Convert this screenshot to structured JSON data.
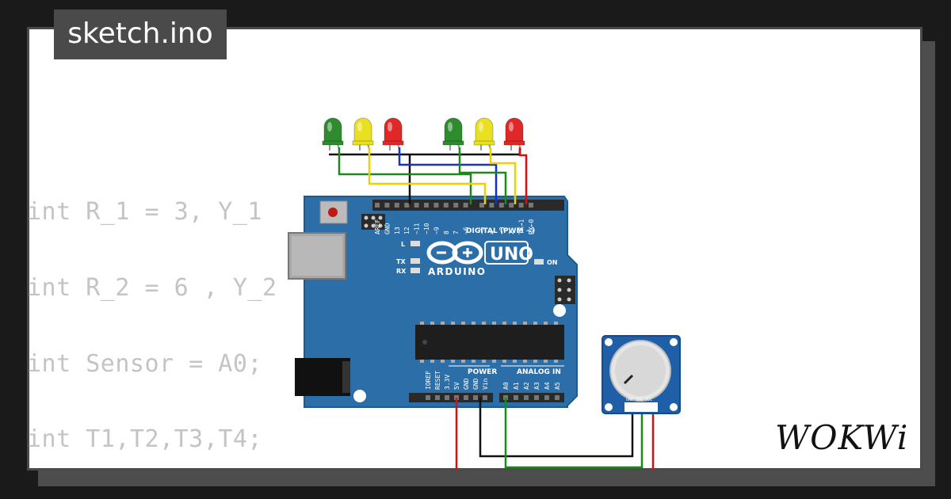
{
  "editor": {
    "filename": "sketch.ino",
    "code_lines": [
      "int R_1 = 3, Y_1",
      "int R_2 = 6 , Y_2",
      "int Sensor = A0;",
      "int T1,T2,T3,T4;"
    ]
  },
  "board": {
    "model": "UNO",
    "brand": "ARDUINO",
    "digital_header": "DIGITAL (PWM ~)",
    "power_header": "POWER",
    "analog_header": "ANALOG IN",
    "leds_labels": [
      "L",
      "TX",
      "RX"
    ],
    "on_label": "ON",
    "digital_pins": [
      "AREF",
      "GND",
      "13",
      "12",
      "~11",
      "~10",
      "~9",
      "8",
      "7",
      "~6",
      "~5",
      "4",
      "~3",
      "2",
      "TX→1",
      "RX←0"
    ],
    "power_pins": [
      "IOREF",
      "RESET",
      "3.3V",
      "5V",
      "GND",
      "GND",
      "Vin"
    ],
    "analog_pins": [
      "A0",
      "A1",
      "A2",
      "A3",
      "A4",
      "A5"
    ]
  },
  "leds": [
    {
      "color": "green",
      "hex": "#2e8b2e"
    },
    {
      "color": "yellow",
      "hex": "#e8e020"
    },
    {
      "color": "red",
      "hex": "#e02828"
    },
    {
      "color": "green",
      "hex": "#2e8b2e"
    },
    {
      "color": "yellow",
      "hex": "#e8e020"
    },
    {
      "color": "red",
      "hex": "#e02828"
    }
  ],
  "potentiometer": {
    "pins": "GND SIG VCC"
  },
  "footer": {
    "brand": "WOKWi"
  },
  "colors": {
    "board_blue": "#2b6ea8",
    "wire_black": "#111111",
    "wire_green": "#1a8a1a",
    "wire_blue": "#1530d0",
    "wire_yellow": "#f0d000",
    "wire_red": "#d81010"
  }
}
